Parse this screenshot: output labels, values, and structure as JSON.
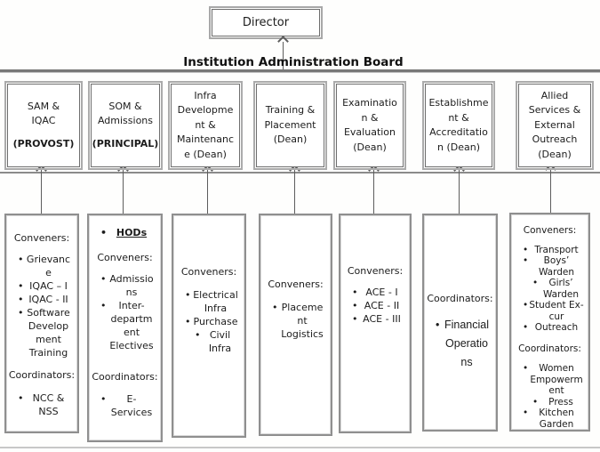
{
  "director_label": "Director",
  "board_title": "Institution Administration Board",
  "colors": {
    "line_gray": "#8b8b8b",
    "text": "#1c1c1c"
  },
  "departments": [
    {
      "top": {
        "lines": [
          "SAM &",
          "IQAC"
        ],
        "role": "(PROVOST)"
      },
      "bottom": {
        "sections": [
          {
            "header": "Conveners:",
            "items": [
              "Grievanc e",
              "IQAC – I",
              "IQAC - II",
              "Software Develop ment Training"
            ]
          },
          {
            "header": "Coordinators:",
            "items": [
              "NCC & NSS"
            ]
          }
        ]
      }
    },
    {
      "top": {
        "lines": [
          "SOM &",
          "Admissions"
        ],
        "role": "(PRINCIPAL)"
      },
      "bottom": {
        "lead": "HODs",
        "sections": [
          {
            "header": "Conveners:",
            "items": [
              "Admissio ns",
              "Inter- departm ent Electives"
            ]
          },
          {
            "header": "Coordinators:",
            "items": [
              "E- Services"
            ]
          }
        ]
      }
    },
    {
      "top": {
        "lines": [
          "Infra",
          "Developme",
          "nt &",
          "Maintenanc",
          "e (Dean)"
        ]
      },
      "bottom": {
        "sections": [
          {
            "header": "Conveners:",
            "items": [
              "Electrical Infra",
              "Purchase",
              "Civil Infra"
            ]
          }
        ]
      }
    },
    {
      "top": {
        "lines": [
          "Training &",
          "Placement",
          "(Dean)"
        ]
      },
      "bottom": {
        "sections": [
          {
            "header": "Conveners:",
            "items": [
              "Placeme nt Logistics"
            ]
          }
        ]
      }
    },
    {
      "top": {
        "lines": [
          "Examinatio",
          "n &",
          "Evaluation",
          "(Dean)"
        ]
      },
      "bottom": {
        "sections": [
          {
            "header": "Conveners:",
            "items": [
              "ACE - I",
              "ACE - II",
              "ACE - III"
            ]
          }
        ]
      }
    },
    {
      "top": {
        "lines": [
          "Establishme",
          "nt &",
          "Accreditatio",
          "n (Dean)"
        ]
      },
      "bottom": {
        "sections": [
          {
            "header": "Coordinators:",
            "items": [
              "Financial Operatio ns"
            ]
          }
        ]
      }
    },
    {
      "top": {
        "lines": [
          "Allied",
          "Services &",
          "External",
          "Outreach",
          "(Dean)"
        ]
      },
      "bottom": {
        "sections": [
          {
            "header": "Conveners:",
            "items": [
              "Transport",
              "Boys’ Warden",
              "Girls’ Warden",
              "Student Ex-cur",
              "Outreach"
            ]
          },
          {
            "header": "Coordinators:",
            "items": [
              "Women Empowerm ent",
              "Press",
              "Kitchen Garden"
            ]
          }
        ]
      }
    }
  ]
}
